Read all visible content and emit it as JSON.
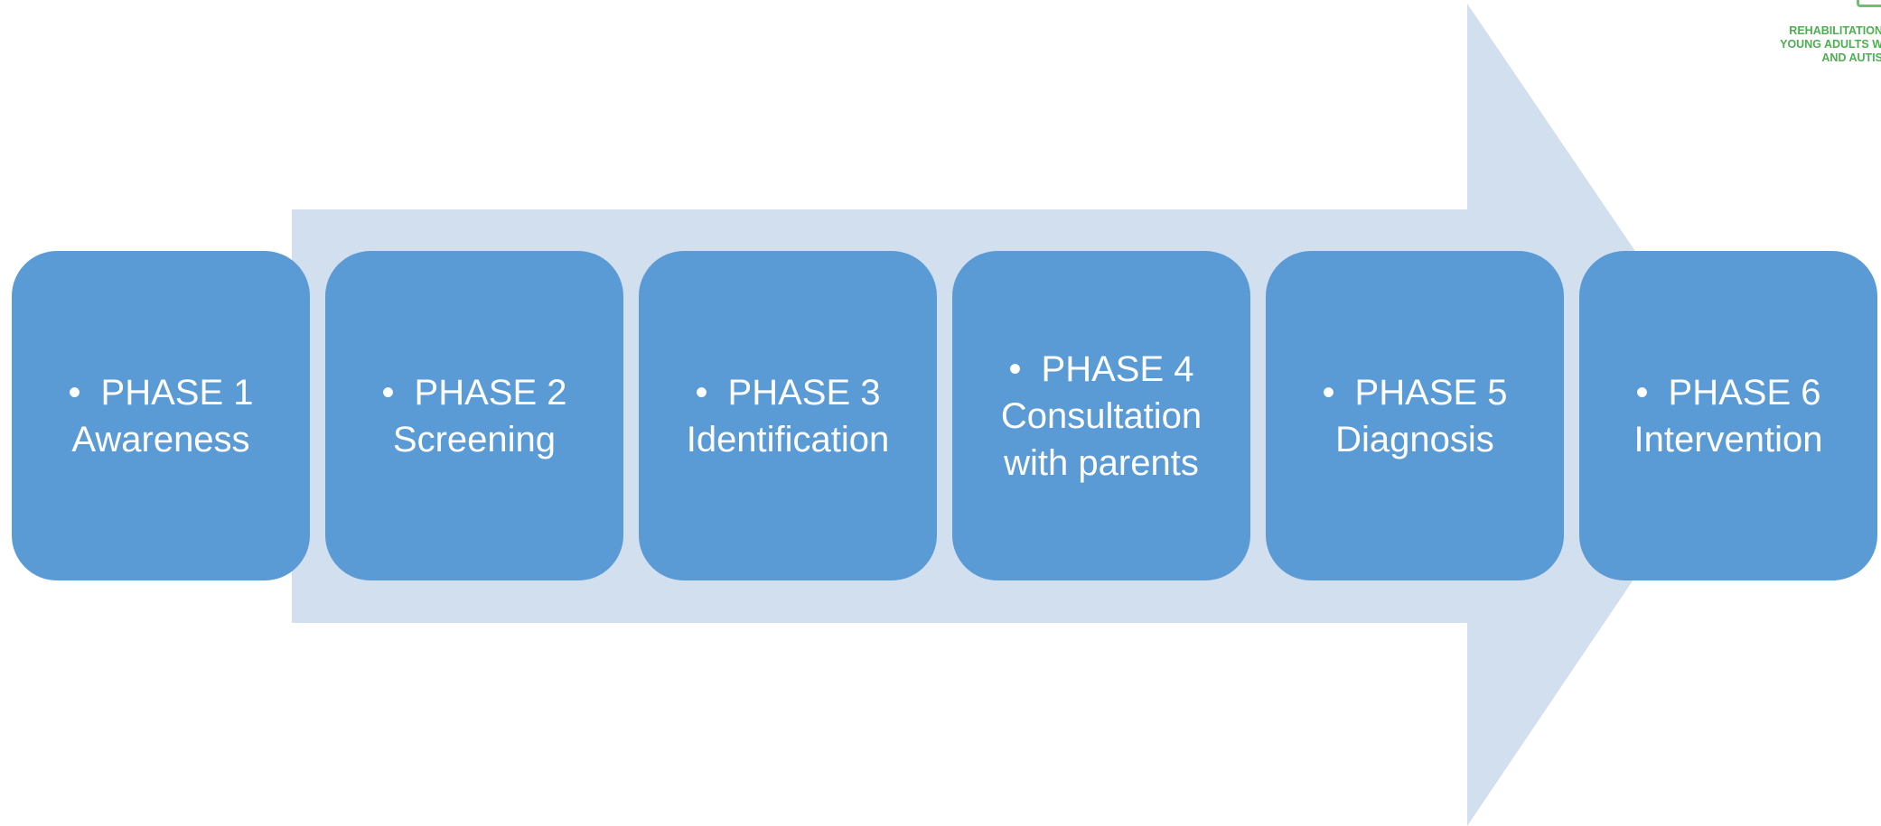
{
  "phases": [
    {
      "bullet": "•",
      "title": "PHASE 1",
      "lines": [
        "Awareness"
      ]
    },
    {
      "bullet": "•",
      "title": "PHASE 2",
      "lines": [
        "Screening"
      ]
    },
    {
      "bullet": "•",
      "title": "PHASE 3",
      "lines": [
        "Identification"
      ]
    },
    {
      "bullet": "•",
      "title": "PHASE 4",
      "lines": [
        "Consultation",
        "with parents"
      ]
    },
    {
      "bullet": "•",
      "title": "PHASE 5",
      "lines": [
        "Diagnosis"
      ]
    },
    {
      "bullet": "•",
      "title": "PHASE 6",
      "lines": [
        "Intervention"
      ]
    }
  ],
  "logo": {
    "lines": [
      "REHABILITATION",
      "YOUNG ADULTS W",
      "AND AUTIS"
    ]
  },
  "colors": {
    "box_fill": "#5b9bd5",
    "arrow_fill": "#d2dfef",
    "text": "#ffffff",
    "logo_text": "#4caf50"
  }
}
